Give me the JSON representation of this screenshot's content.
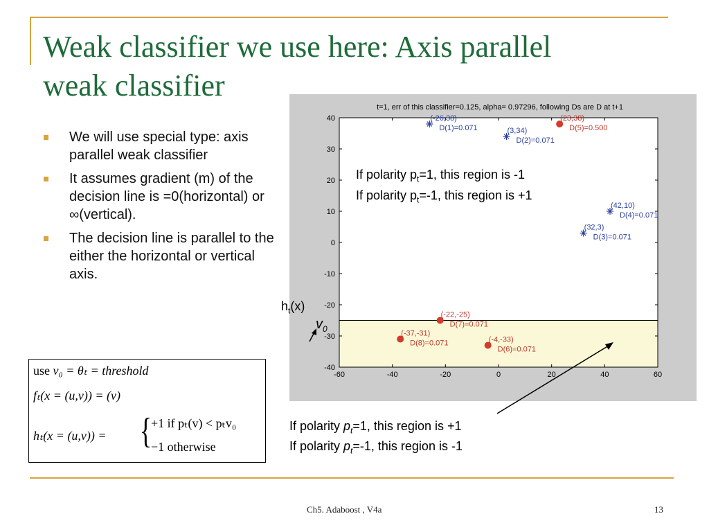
{
  "slide": {
    "title_line1": "Weak classifier we use here: Axis parallel",
    "title_line2": "weak classifier",
    "bullets": [
      "We will use  special type: axis parallel weak classifier",
      "It assumes gradient (m) of the decision line is =0(horizontal) or ∞(vertical).",
      "The decision line is parallel to the either the horizontal or vertical axis."
    ],
    "formula": {
      "use": "use",
      "line1": "v₀ = θₜ = threshold",
      "line2_lhs": "fₜ(x = (u,v)) = (v)",
      "line3_lhs": "hₜ(x = (u,v)) =",
      "case1": "+1  if  pₜ(v) < pₜv₀",
      "case2": "−1  otherwise"
    },
    "footer_left": "Ch5. Adaboost , V4a",
    "page_number": "13"
  },
  "annotations": {
    "upper_a": "If polarity p",
    "upper_a_sub": "t",
    "upper_a_rest": "=1, this region is -1",
    "upper_b": "If polarity p",
    "upper_b_sub": "t",
    "upper_b_rest": "=-1, this region is +1",
    "lower_a": "If polarity ",
    "lower_a_p": "p",
    "lower_a_sub": "t",
    "lower_a_rest": "=1, this region is +1",
    "lower_b": "If polarity ",
    "lower_b_p": "p",
    "lower_b_sub": "t",
    "lower_b_rest": "=-1, this region is -1",
    "ht_label": "h",
    "ht_sub": "t",
    "ht_rest": "(x)",
    "v0_label": "v",
    "v0_sub": "0"
  },
  "chart_data": {
    "type": "scatter",
    "title": "t=1, err of this classifier=0.125, alpha=  0.97296, following Ds are D at t+1",
    "xlim": [
      -60,
      60
    ],
    "ylim": [
      -40,
      40
    ],
    "xticks": [
      -60,
      -40,
      -20,
      0,
      20,
      40,
      60
    ],
    "yticks": [
      40,
      30,
      20,
      10,
      0,
      -10,
      -20,
      -30,
      -40
    ],
    "threshold_y": -25,
    "shaded_region": "below threshold",
    "grid": false,
    "colors": {
      "star": "#2b3fa0",
      "dot": "#d63a2a",
      "shade": "#fbf8d8",
      "label_blue": "#2b3fa0",
      "label_red": "#c0392b"
    },
    "points": [
      {
        "x": -26,
        "y": 38,
        "marker": "star",
        "coord_label": "(-26,38)",
        "d_label": "D(1)=0.071"
      },
      {
        "x": 3,
        "y": 34,
        "marker": "star",
        "coord_label": "(3,34)",
        "d_label": "D(2)=0.071"
      },
      {
        "x": 32,
        "y": 3,
        "marker": "star",
        "coord_label": "(32,3)",
        "d_label": "D(3)=0.071"
      },
      {
        "x": 42,
        "y": 10,
        "marker": "star",
        "coord_label": "(42,10)",
        "d_label": "D(4)=0.071"
      },
      {
        "x": 23,
        "y": 38,
        "marker": "dot",
        "coord_label": "(23,38)",
        "d_label": "D(5)=0.500"
      },
      {
        "x": -4,
        "y": -33,
        "marker": "dot",
        "coord_label": "(-4,-33)",
        "d_label": "D(6)=0.071"
      },
      {
        "x": -22,
        "y": -25,
        "marker": "dot",
        "coord_label": "(-22,-25)",
        "d_label": "D(7)=0.071"
      },
      {
        "x": -37,
        "y": -31,
        "marker": "dot",
        "coord_label": "(-37,-31)",
        "d_label": "D(8)=0.071"
      }
    ]
  }
}
